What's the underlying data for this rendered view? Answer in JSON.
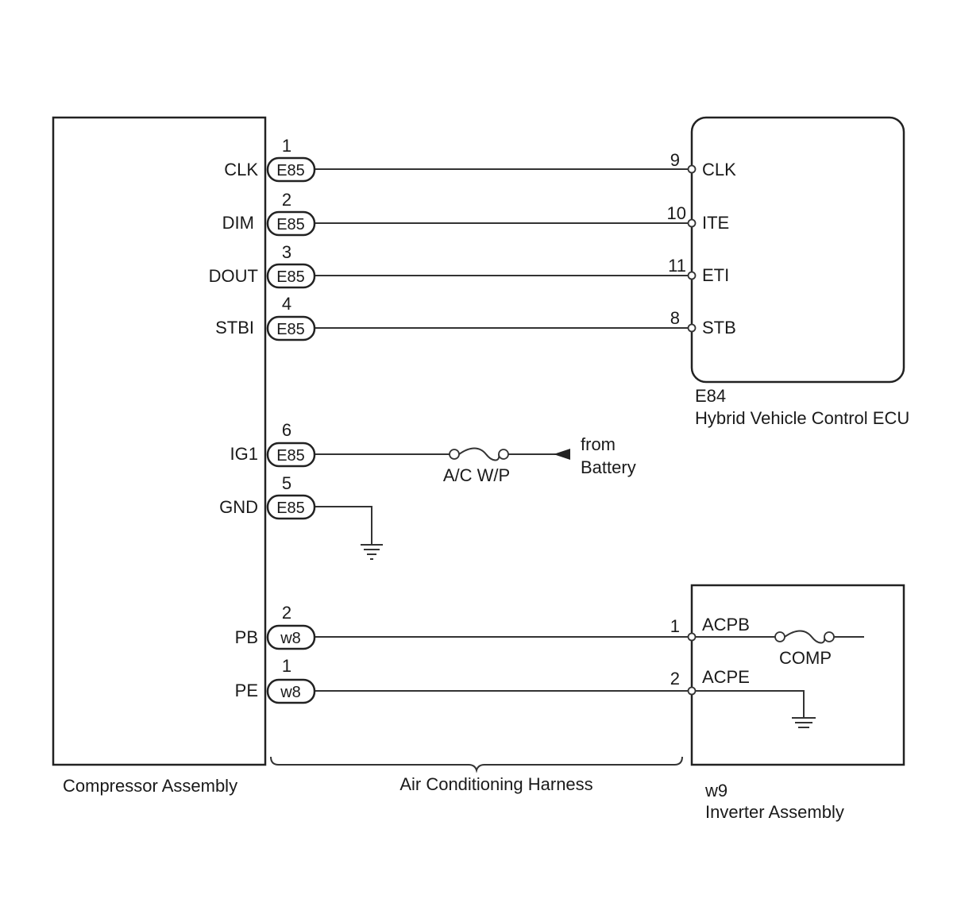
{
  "compressor": {
    "name": "Compressor Assembly",
    "pins": [
      {
        "label": "CLK",
        "pin": "1",
        "connector": "E85"
      },
      {
        "label": "DIM",
        "pin": "2",
        "connector": "E85"
      },
      {
        "label": "DOUT",
        "pin": "3",
        "connector": "E85"
      },
      {
        "label": "STBI",
        "pin": "4",
        "connector": "E85"
      },
      {
        "label": "IG1",
        "pin": "6",
        "connector": "E85"
      },
      {
        "label": "GND",
        "pin": "5",
        "connector": "E85"
      },
      {
        "label": "PB",
        "pin": "2",
        "connector": "w8"
      },
      {
        "label": "PE",
        "pin": "1",
        "connector": "w8"
      }
    ]
  },
  "ecu": {
    "code": "E84",
    "name": "Hybrid Vehicle Control ECU",
    "pins": [
      {
        "label": "CLK",
        "pin": "9"
      },
      {
        "label": "ITE",
        "pin": "10"
      },
      {
        "label": "ETI",
        "pin": "11"
      },
      {
        "label": "STB",
        "pin": "8"
      }
    ]
  },
  "inverter": {
    "code": "w9",
    "name": "Inverter Assembly",
    "pins": [
      {
        "label": "ACPB",
        "pin": "1"
      },
      {
        "label": "ACPE",
        "pin": "2"
      }
    ],
    "fuse": "COMP"
  },
  "power": {
    "fuse": "A/C W/P",
    "source_line1": "from",
    "source_line2": "Battery"
  },
  "harness": {
    "name": "Air Conditioning Harness"
  }
}
